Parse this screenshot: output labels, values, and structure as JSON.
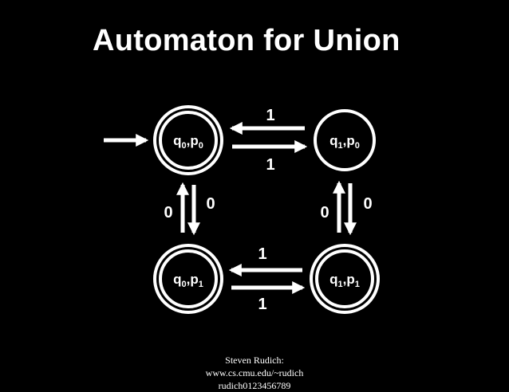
{
  "title": "Automaton for Union",
  "colors": {
    "background": "#000000",
    "foreground": "#ffffff"
  },
  "states": [
    {
      "id": "q0p0",
      "base1": "q",
      "sub1": "0",
      "base2": "p",
      "sub2": "0",
      "accepting": true,
      "start": true
    },
    {
      "id": "q1p0",
      "base1": "q",
      "sub1": "1",
      "base2": "p",
      "sub2": "0",
      "accepting": false,
      "start": false
    },
    {
      "id": "q0p1",
      "base1": "q",
      "sub1": "0",
      "base2": "p",
      "sub2": "1",
      "accepting": true,
      "start": false
    },
    {
      "id": "q1p1",
      "base1": "q",
      "sub1": "1",
      "base2": "p",
      "sub2": "1",
      "accepting": true,
      "start": false
    }
  ],
  "transitions": [
    {
      "from": "q1p0",
      "to": "q0p0",
      "label": "1"
    },
    {
      "from": "q0p0",
      "to": "q1p0",
      "label": "1"
    },
    {
      "from": "q0p1",
      "to": "q0p0",
      "label": "0"
    },
    {
      "from": "q0p0",
      "to": "q0p1",
      "label": "0"
    },
    {
      "from": "q1p1",
      "to": "q1p0",
      "label": "0"
    },
    {
      "from": "q1p0",
      "to": "q1p1",
      "label": "0"
    },
    {
      "from": "q1p1",
      "to": "q0p1",
      "label": "1"
    },
    {
      "from": "q0p1",
      "to": "q1p1",
      "label": "1"
    }
  ],
  "credit": {
    "line1": "Steven Rudich:",
    "line2": "www.cs.cmu.edu/~rudich",
    "line3": "rudich0123456789"
  }
}
